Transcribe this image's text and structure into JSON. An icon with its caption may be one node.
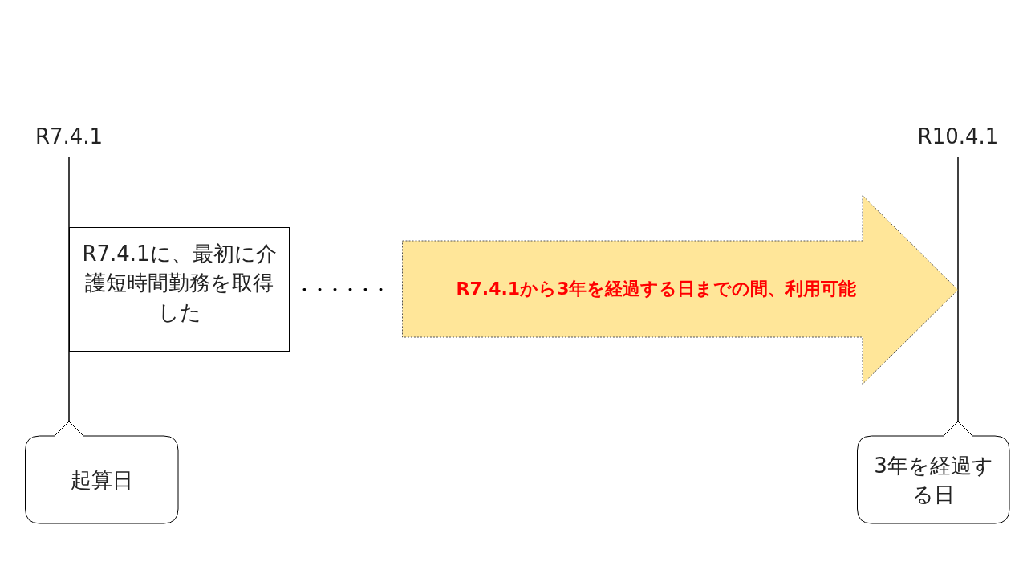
{
  "diagram": {
    "nodes": [
      {
        "text": [
          "R7.4.1に、最初に介護短時間勤務を取得した"
        ]
      },
      {
        "text": [
          "R7.4.1から3年を経過する日までの間、利用可能"
        ]
      },
      {
        "text": [
          "起算日"
        ]
      },
      {
        "text": [
          "3年を経過する日"
        ]
      }
    ],
    "edges": [
      {
        "from": 0,
        "to": 1,
        "arrow": "none",
        "style": "dashed"
      }
    ],
    "labels": [
      "R7.4.1",
      "R10.4.1"
    ]
  }
}
